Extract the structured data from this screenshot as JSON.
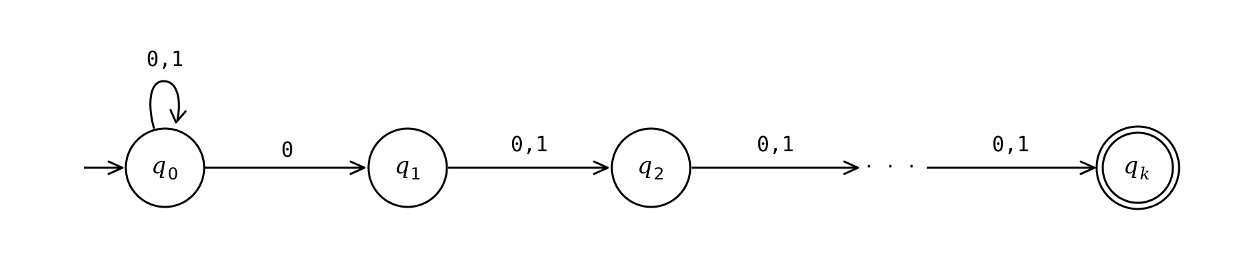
{
  "states": [
    {
      "id": "q0",
      "letter": "q",
      "sub": "0",
      "initial": true,
      "accepting": false
    },
    {
      "id": "q1",
      "letter": "q",
      "sub": "1",
      "initial": false,
      "accepting": false
    },
    {
      "id": "q2",
      "letter": "q",
      "sub": "2",
      "initial": false,
      "accepting": false
    },
    {
      "id": "qk",
      "letter": "q",
      "sub": "k",
      "initial": false,
      "accepting": true
    }
  ],
  "transitions": {
    "q0_self": "0,1",
    "q0_q1": "0",
    "q1_q2": "0,1",
    "q2_ellipsis": "0,1",
    "ellipsis_qk": "0,1"
  },
  "ellipsis": "· · ·",
  "colors": {
    "stroke": "#000000",
    "background": "#ffffff"
  }
}
